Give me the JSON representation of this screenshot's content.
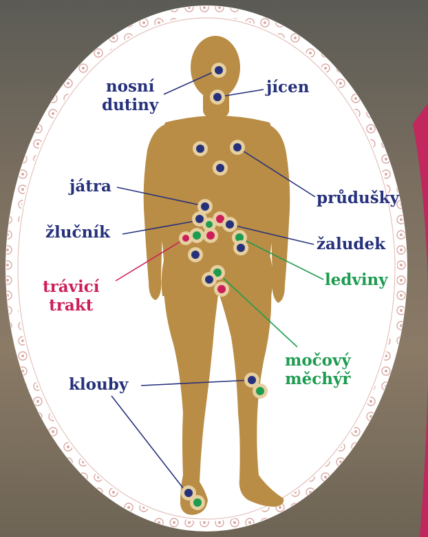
{
  "colors": {
    "body": "#b98d45",
    "navy": "#26317c",
    "green": "#1d9c50",
    "red": "#cc1f5a",
    "halo": "#e6cfa0",
    "frame": "#d9a9a3"
  },
  "labels": {
    "nosni": [
      "nosní",
      "dutiny"
    ],
    "jicen": "jícen",
    "jatra": "játra",
    "prudusky": "průdušky",
    "zlucnik": "žlučník",
    "zaludek": "žaludek",
    "travici": [
      "trávicí",
      "trakt"
    ],
    "ledviny": "ledviny",
    "mocovy": [
      "močový",
      "měchýř"
    ],
    "klouby": "klouby"
  }
}
